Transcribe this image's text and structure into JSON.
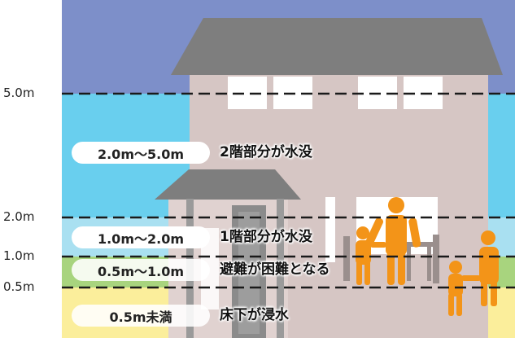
{
  "levels": [
    {
      "label": "5.0m"
    },
    {
      "label": "2.0m"
    },
    {
      "label": "1.0m"
    },
    {
      "label": "0.5m"
    }
  ],
  "zones": [
    {
      "range": "2.0m〜5.0m",
      "description": "2階部分が水没"
    },
    {
      "range": "1.0m〜2.0m",
      "description": "1階部分が水没"
    },
    {
      "range": "0.5m〜1.0m",
      "description": "避難が困難となる"
    },
    {
      "range": "0.5m未満",
      "description": "床下が浸水"
    }
  ],
  "colors": {
    "sky": "#7d8fc9",
    "flood_upper": "#69cfee",
    "flood_middle": "#a9e0f1",
    "band_green": "#a8d47e",
    "band_yellow": "#fbee9b",
    "house_wall": "#d6c6c4",
    "roof": "#7e7e7e",
    "family": "#f39418"
  },
  "icons": [
    "house-icon",
    "family-icon"
  ]
}
